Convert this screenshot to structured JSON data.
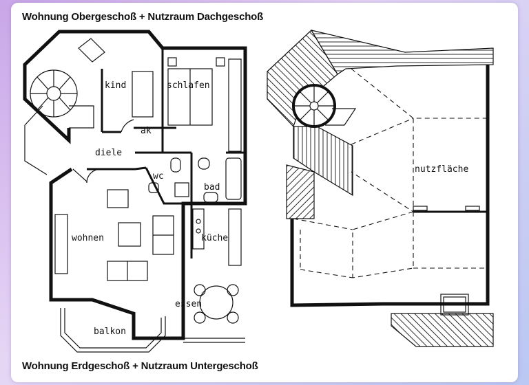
{
  "titles": {
    "top": "Wohnung Obergeschoß + Nutzraum Dachgeschoß",
    "bottom": "Wohnung Erdgeschoß + Nutzraum Untergeschoß"
  },
  "rooms": {
    "kind": "kind",
    "schlafen": "schlafen",
    "ak": "ak",
    "diele": "diele",
    "wc": "wc",
    "bad": "bad",
    "wohnen": "wohnen",
    "kueche": "küche",
    "essen": "essen",
    "balkon": "balkon",
    "nutzflaeche": "nutzfläche"
  }
}
